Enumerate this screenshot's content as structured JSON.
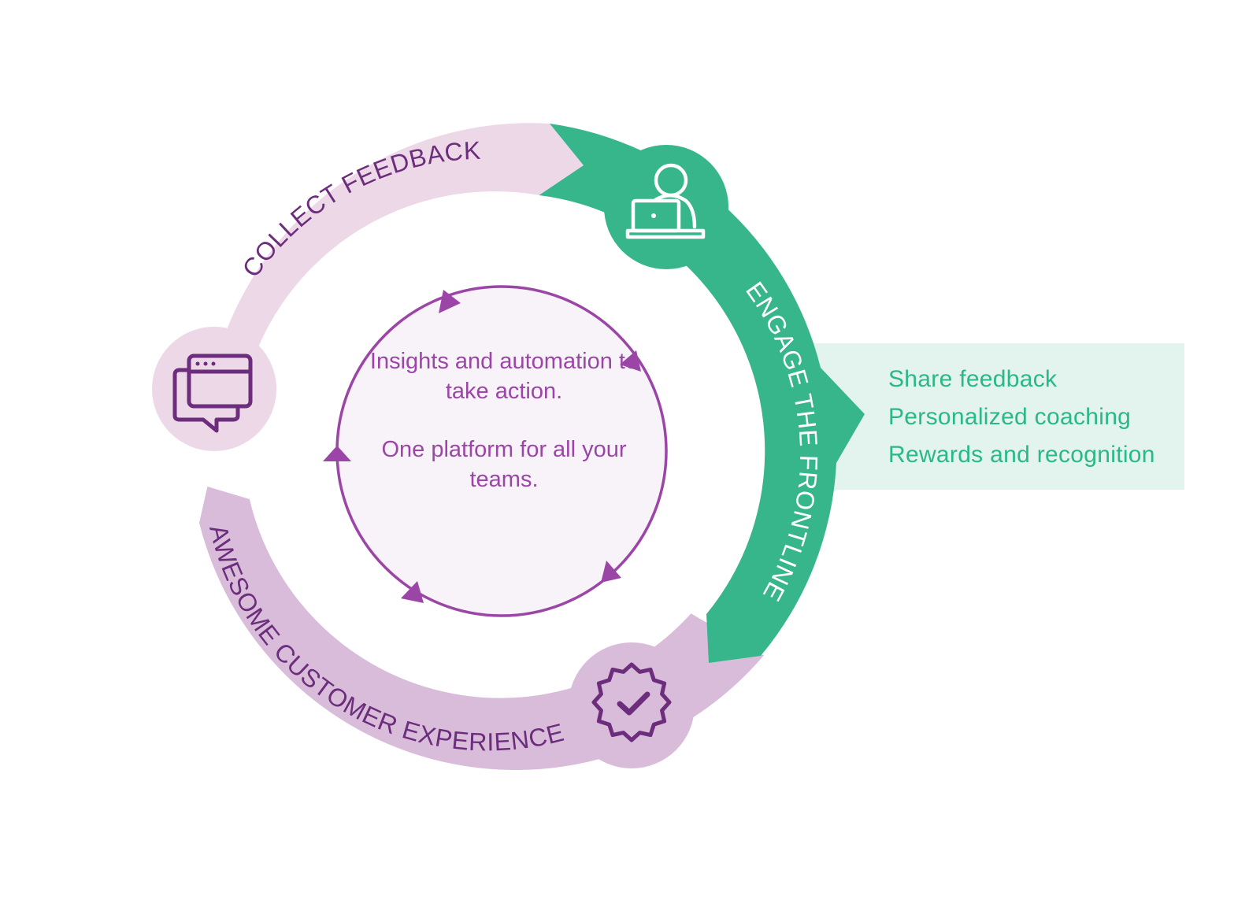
{
  "segments": {
    "collect": {
      "label": "COLLECT FEEDBACK",
      "icon": "chat-window-icon",
      "color": "#edd8e8",
      "text_color": "#6b2d7c"
    },
    "engage": {
      "label": "ENGAGE THE FRONTLINE",
      "icon": "person-laptop-icon",
      "color": "#36b68a",
      "text_color": "#ffffff"
    },
    "experience": {
      "label": "AWESOME CUSTOMER EXPERIENCE",
      "icon": "badge-check-icon",
      "color": "#d8bcd9",
      "text_color": "#6b2d7c"
    }
  },
  "center": {
    "line1": "Insights and automation to take action.",
    "line2": "One platform for all your teams.",
    "color": "#9b46a6",
    "fill": "#f8f3f9"
  },
  "side_panel": {
    "items": [
      "Share feedback",
      "Personalized coaching",
      "Rewards and recognition"
    ],
    "background": "#e2f4ed",
    "text_color": "#2ab886"
  }
}
